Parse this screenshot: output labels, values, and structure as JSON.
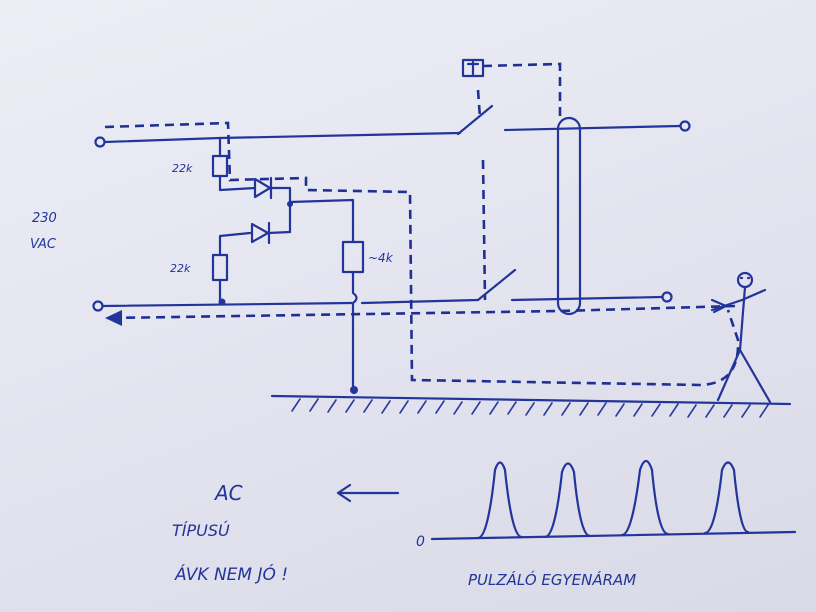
{
  "labels": {
    "voltage": "230",
    "voltage_unit": "VAC",
    "resistor_top": "22k",
    "resistor_bottom": "22k",
    "resistor_right": "~4k",
    "ac_title": "AC",
    "ac_type": "TÍPUSÚ",
    "ac_verdict": "ÁVK NEM JÓ !",
    "zero": "0",
    "pulse_caption": "PULZÁLÓ EGYENÁRAM"
  },
  "colors": {
    "ink": "#23349a",
    "paper": "#e6e7f0"
  },
  "icons": [
    "terminal-icon",
    "resistor-icon",
    "diode-icon",
    "switch-icon",
    "relay-icon",
    "toroid-icon",
    "ground-icon",
    "person-icon",
    "arrow-icon"
  ]
}
